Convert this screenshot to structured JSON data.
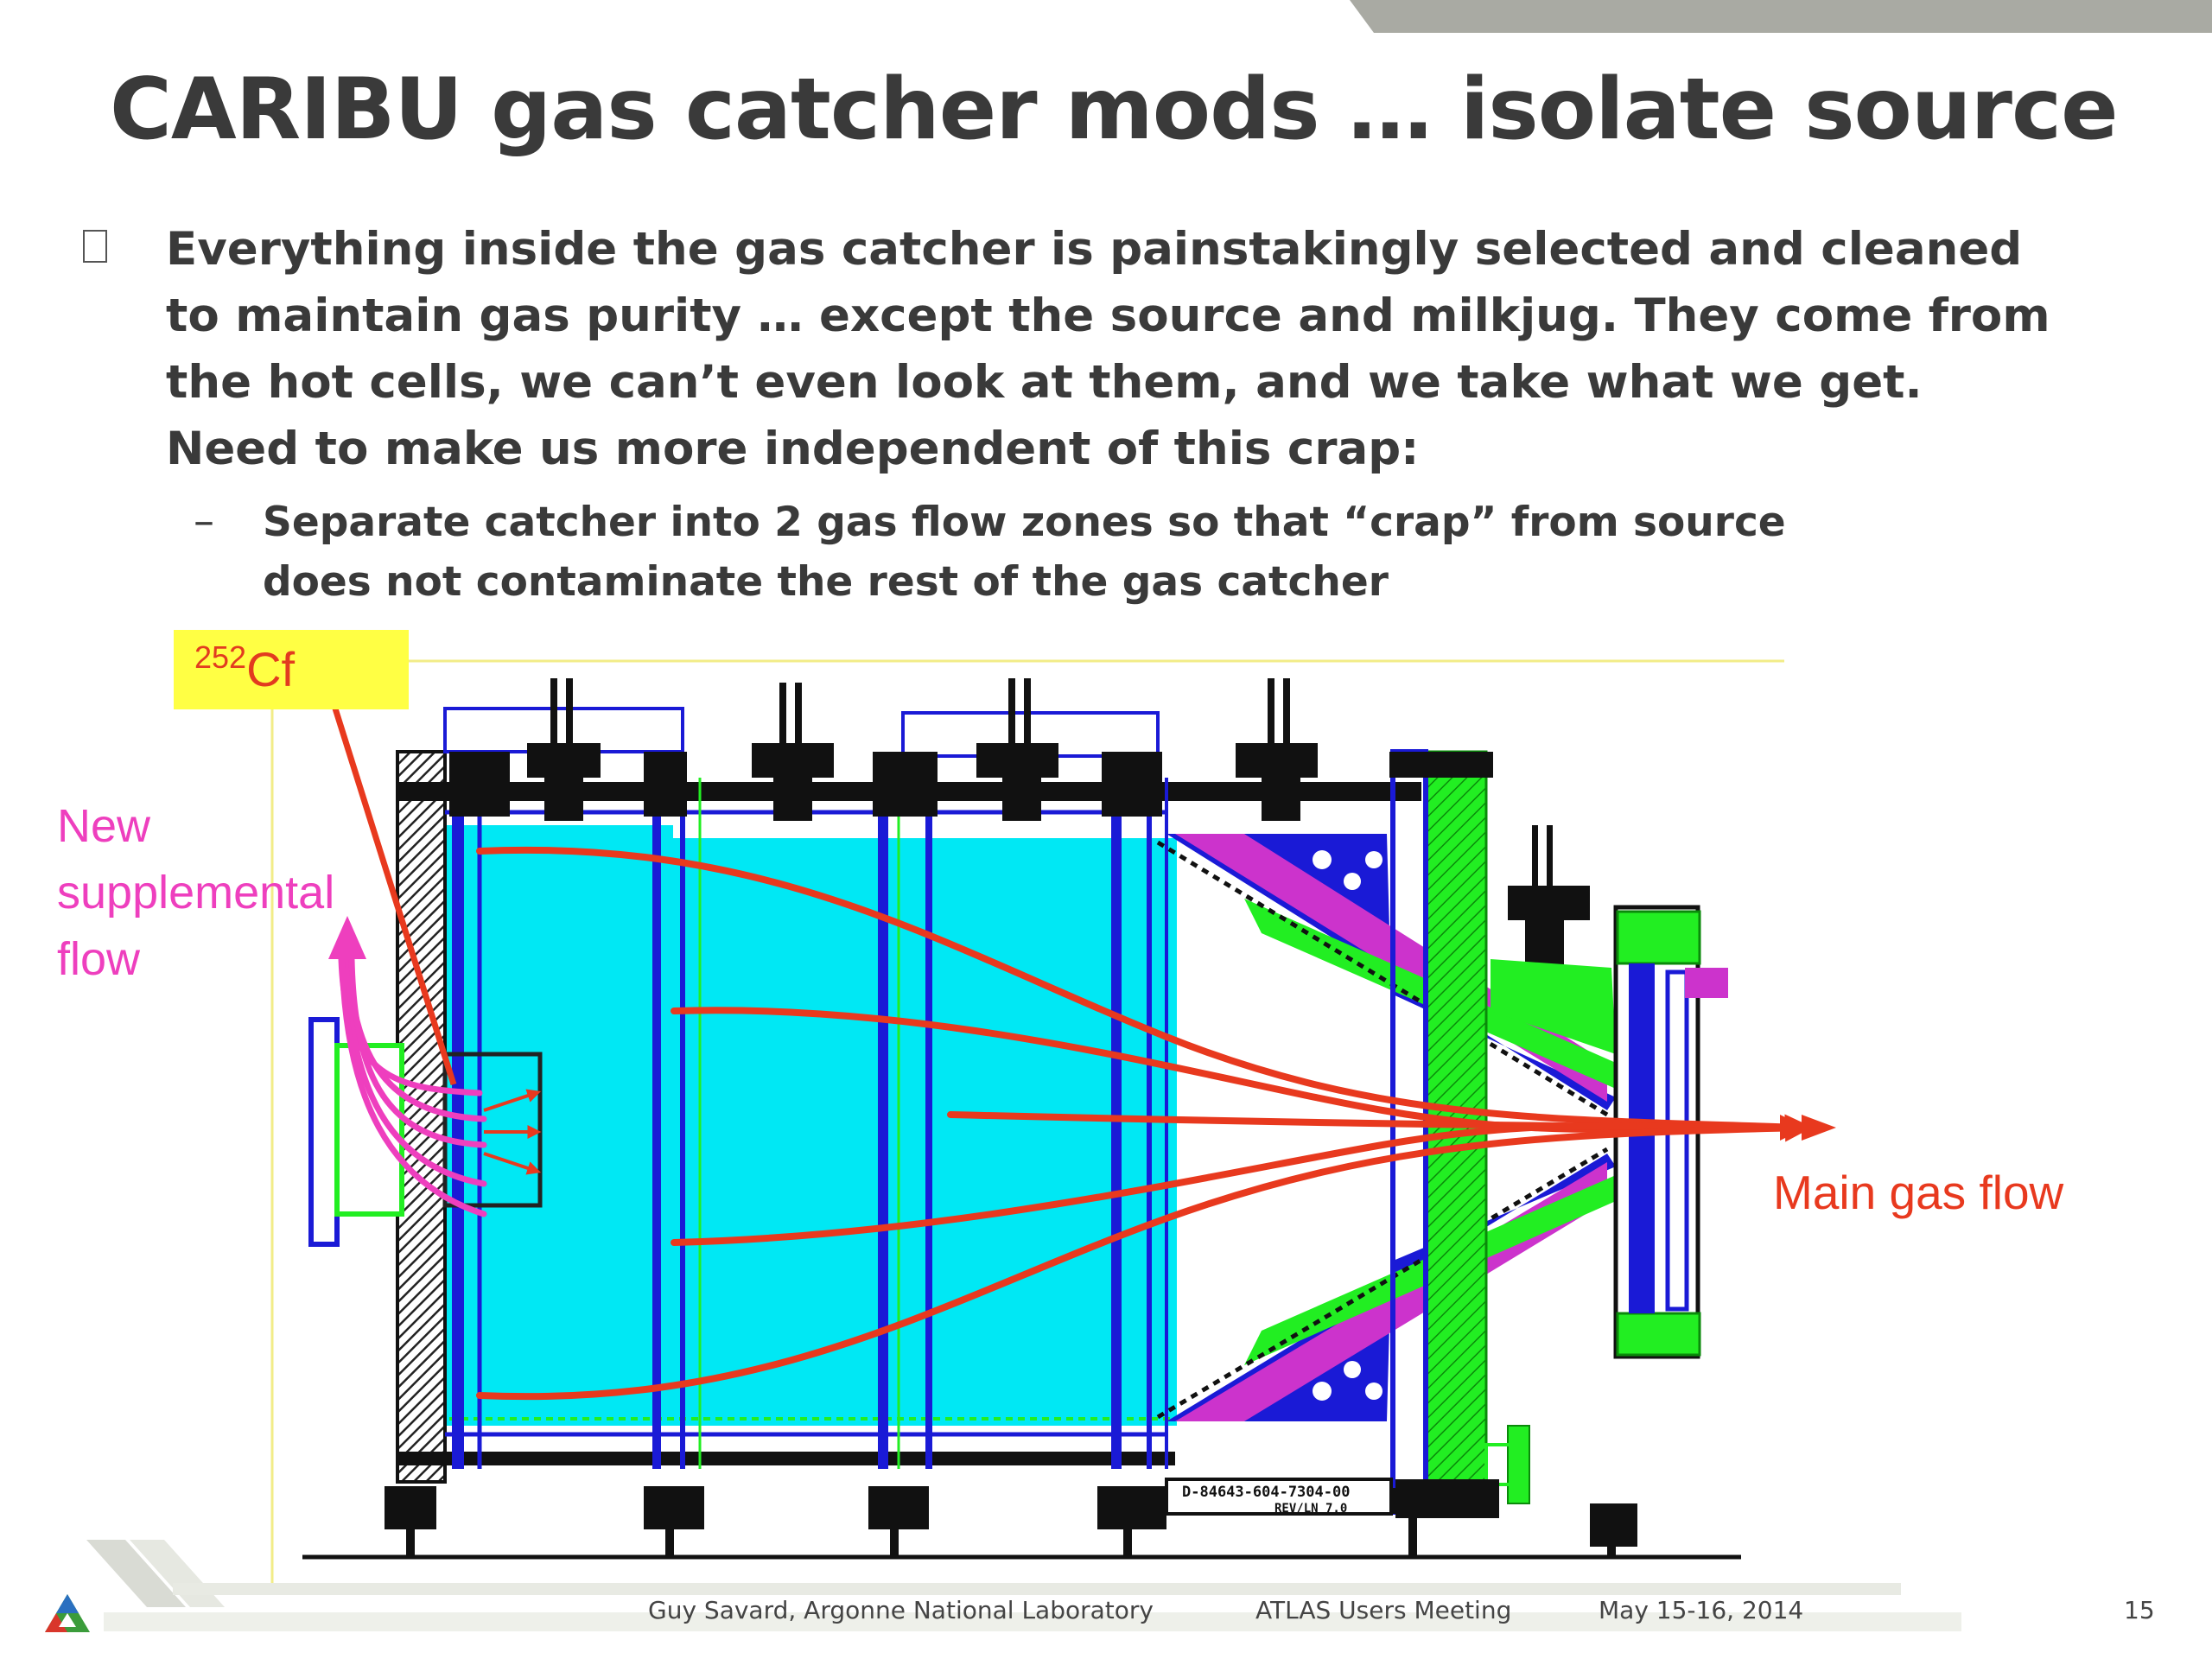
{
  "slide": {
    "title": "CARIBU gas catcher mods … isolate source",
    "bullet_text": "Everything inside the gas catcher is painstakingly selected and cleaned to maintain gas purity … except the source and milkjug. They come from the hot cells, we can’t even look at them,  and we take what we get. Need to make us more independent of this crap:",
    "sub_dash": "–",
    "sub_bullet_text": "Separate catcher into 2 gas flow zones so that “crap” from source does not contaminate the rest of the gas catcher"
  },
  "diagram": {
    "source_label_mass": "252",
    "source_label_element": "Cf",
    "supplemental_flow_lines": [
      "New",
      "supplemental",
      "flow"
    ],
    "main_flow_label": "Main gas flow",
    "drawing_stamp_line1": "D-84643-604-7304-00",
    "drawing_stamp_line2": "REV/LN 7.0",
    "colors": {
      "gas_volume": "#00e8f4",
      "electrode_blue": "#1a1ad6",
      "flange_green": "#22ee22",
      "flow_arrow_red": "#e8391e",
      "supplemental_magenta": "#ee3fbe",
      "cone_magenta": "#cc33cc",
      "source_highlight": "#ffff44"
    }
  },
  "footer": {
    "author": "Guy Savard, Argonne National Laboratory",
    "meeting": "ATLAS Users Meeting",
    "date": "May 15-16, 2014",
    "slide_number": "15"
  },
  "logo_icon": "argonne-triangle-logo"
}
